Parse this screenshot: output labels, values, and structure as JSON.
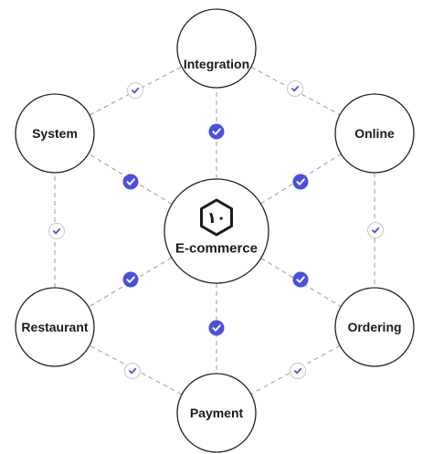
{
  "center": {
    "label": "E-commerce",
    "logo_glyph": "١٠",
    "logo_icon": "hexagon-logo-icon"
  },
  "nodes": [
    {
      "id": "integration",
      "label": "Integration"
    },
    {
      "id": "online",
      "label": "Online"
    },
    {
      "id": "ordering",
      "label": "Ordering"
    },
    {
      "id": "payment",
      "label": "Payment"
    },
    {
      "id": "restaurant",
      "label": "Restaurant"
    },
    {
      "id": "system",
      "label": "System"
    }
  ],
  "badges": {
    "spoke_icon": "check-circle-filled-icon",
    "ring_icon": "check-circle-outline-icon"
  },
  "colors": {
    "accent": "#4a4fe0",
    "line": "#9a9a9a",
    "stroke": "#222222"
  }
}
